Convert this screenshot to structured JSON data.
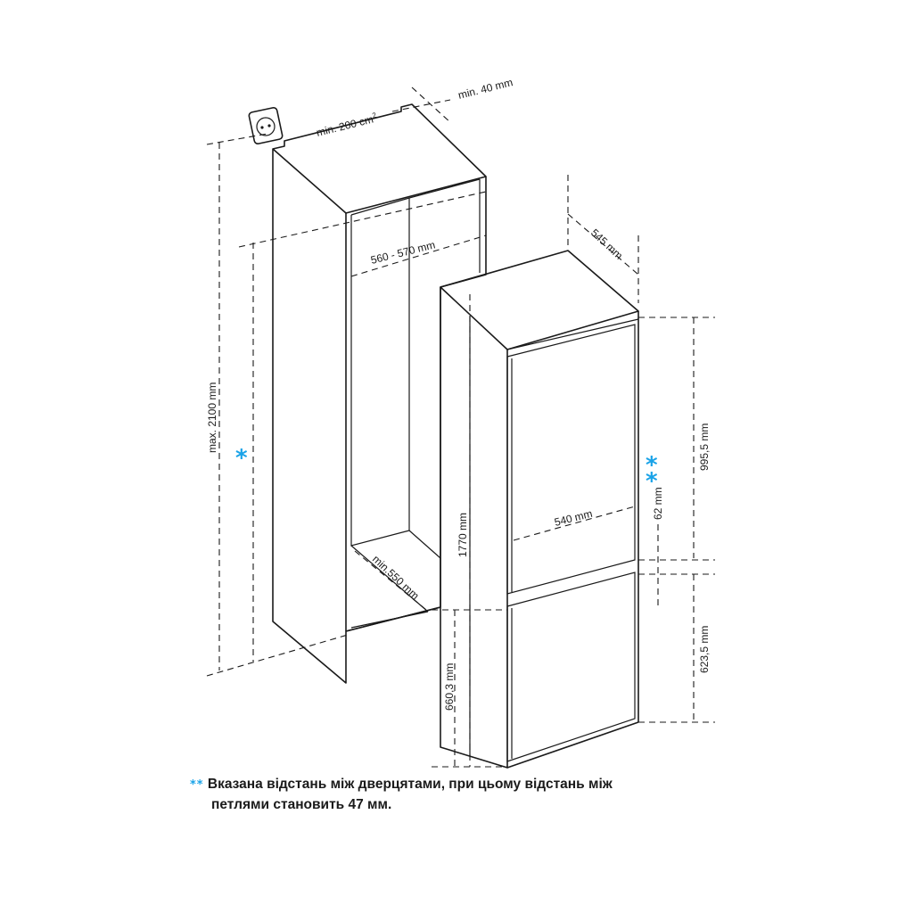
{
  "dimensions": {
    "vent_area": "min. 200 cm",
    "vent_area_sup": "2",
    "rear_gap": "min. 40 mm",
    "max_height": "max. 2100 mm",
    "niche_width": "560 - 570 mm",
    "niche_depth": "min.550 mm",
    "fridge_depth": "545 mm",
    "fridge_height": "1770 mm",
    "fridge_width": "540 mm",
    "upper_door": "995,5 mm",
    "lower_door": "623,5 mm",
    "door_gap": "62 mm",
    "lower_height": "660,3 mm"
  },
  "markers": {
    "single": "*",
    "double": "**"
  },
  "footnote": {
    "stars": "**",
    "line1": "Вказана відстань між дверцятами, при цьому відстань між",
    "line2": "петлями становить 47 мм."
  },
  "colors": {
    "line": "#1a1a1a",
    "accent": "#1aa3e8"
  },
  "icons": [
    "power-socket-icon"
  ]
}
